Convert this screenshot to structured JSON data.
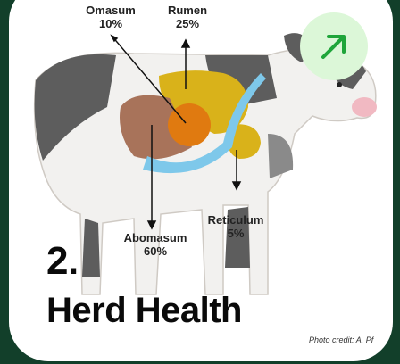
{
  "labels": {
    "omasum": {
      "name": "Omasum",
      "pct": "10%"
    },
    "rumen": {
      "name": "Rumen",
      "pct": "25%"
    },
    "reticulum": {
      "name": "Reticulum",
      "pct": "5%"
    },
    "abomasum": {
      "name": "Abomasum",
      "pct": "60%"
    }
  },
  "heading": {
    "number": "2.",
    "title": "Herd Health"
  },
  "credit": "Photo credit: A. Pf",
  "icons": {
    "action": "arrow-up-right-icon"
  },
  "colors": {
    "background": "#123f2a",
    "button": "#dcf7d8",
    "arrow": "#1fa53a",
    "rumen": "#d9b21a",
    "omasum": "#e07a10",
    "abomasum": "#a8735a",
    "intestine": "#7ec8ea"
  }
}
